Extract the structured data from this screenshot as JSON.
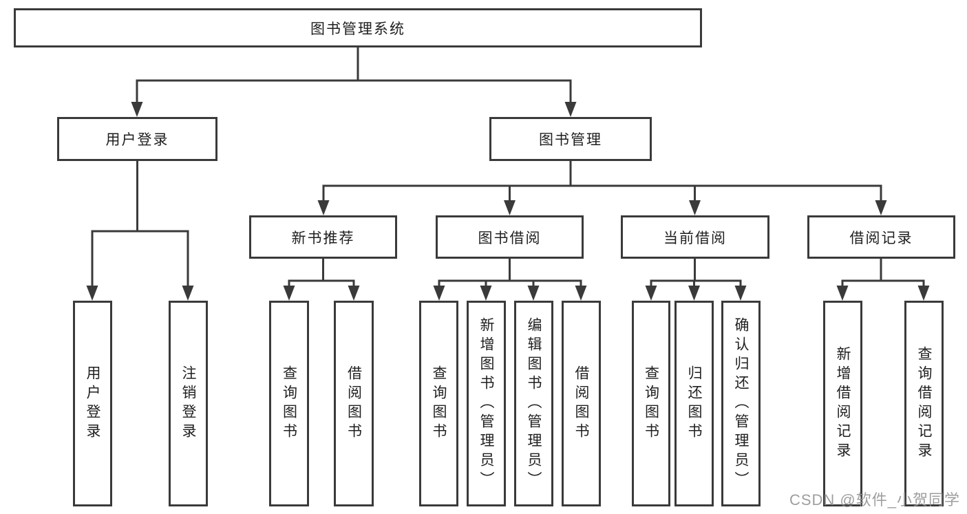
{
  "tree": {
    "root": "图书管理系统",
    "children": [
      {
        "label": "用户登录",
        "children": [
          {
            "label": "用户登录"
          },
          {
            "label": "注销登录"
          }
        ]
      },
      {
        "label": "图书管理",
        "children": [
          {
            "label": "新书推荐",
            "children": [
              {
                "label": "查询图书"
              },
              {
                "label": "借阅图书"
              }
            ]
          },
          {
            "label": "图书借阅",
            "children": [
              {
                "label": "查询图书"
              },
              {
                "label": "新增图书（管理员）"
              },
              {
                "label": "编辑图书（管理员）"
              },
              {
                "label": "借阅图书"
              }
            ]
          },
          {
            "label": "当前借阅",
            "children": [
              {
                "label": "查询图书"
              },
              {
                "label": "归还图书"
              },
              {
                "label": "确认归还（管理员）"
              }
            ]
          },
          {
            "label": "借阅记录",
            "children": [
              {
                "label": "新增借阅记录"
              },
              {
                "label": "查询借阅记录"
              }
            ]
          }
        ]
      }
    ]
  },
  "watermark": {
    "text": "CSDN @软件_小贺同学"
  },
  "colors": {
    "line": "#3a3a3a",
    "box_border": "#3a3a3a",
    "text": "#1f1f1f",
    "watermark": "#949496",
    "background": "#ffffff"
  }
}
